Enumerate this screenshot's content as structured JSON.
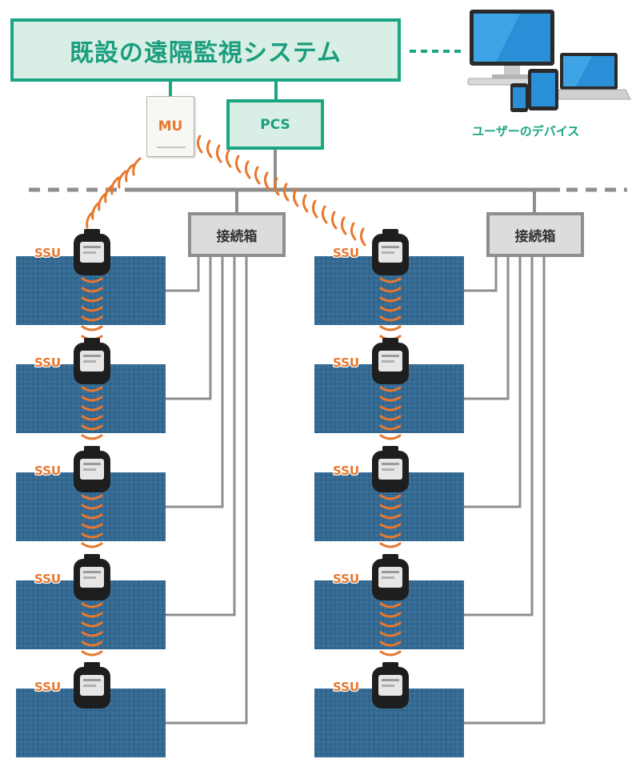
{
  "system": {
    "label": "既設の遠隔監視システム"
  },
  "pcs": {
    "label": "PCS"
  },
  "mu": {
    "label": "MU"
  },
  "junction_box": {
    "label": "接続箱"
  },
  "ssu": {
    "label": "SSU"
  },
  "devices": {
    "label": "ユーザーのデバイス"
  },
  "colors": {
    "accent_green": "#1aa683",
    "signal_orange": "#e8782e",
    "panel_blue": "#2c5f86",
    "wire_gray": "#8e8e8e"
  }
}
